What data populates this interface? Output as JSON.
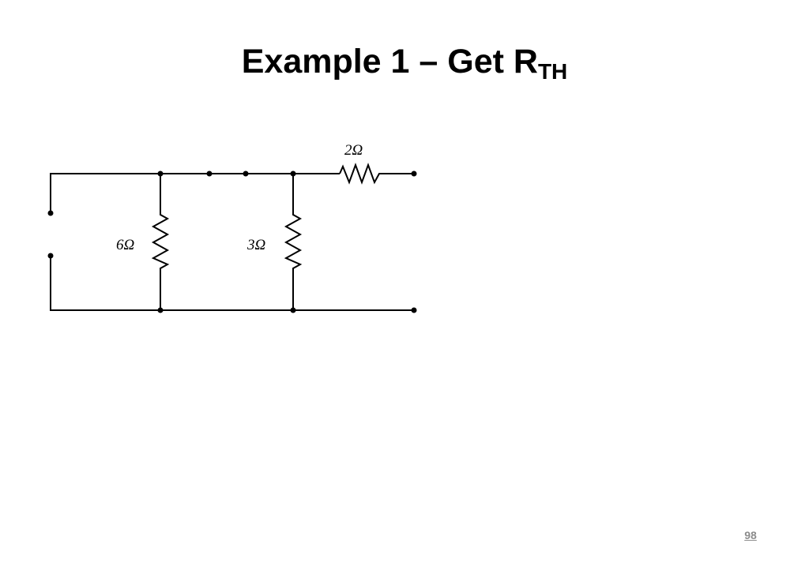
{
  "slide": {
    "title_main": "Example 1 – Get R",
    "title_sub": "TH",
    "page_number": "98"
  },
  "circuit": {
    "resistors": [
      {
        "id": "r-2ohm",
        "label": "2Ω"
      },
      {
        "id": "r-6ohm",
        "label": "6Ω"
      },
      {
        "id": "r-3ohm",
        "label": "3Ω"
      }
    ]
  }
}
